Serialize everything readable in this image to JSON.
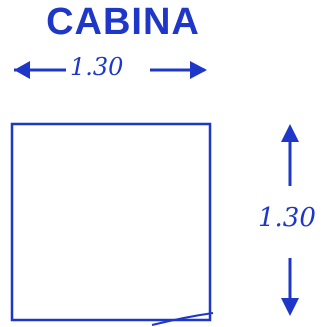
{
  "diagram": {
    "title": "CABINA",
    "width_label": "1.30",
    "height_label": "1.30"
  },
  "colors": {
    "ink": "#1f37c8",
    "background": "#ffffff"
  },
  "icons": {
    "left_arrow": "arrow-left-icon",
    "right_arrow": "arrow-right-icon",
    "up_arrow": "arrow-up-icon",
    "down_arrow": "arrow-down-icon"
  }
}
